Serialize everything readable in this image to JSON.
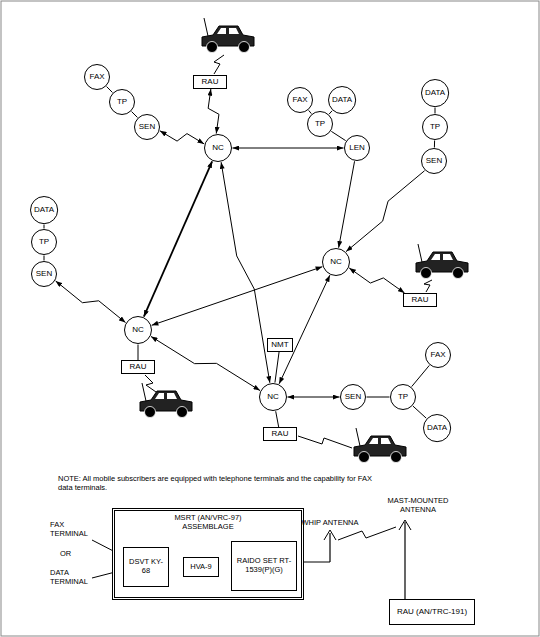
{
  "diagram": {
    "nodes": [
      {
        "text": [
          "FAX"
        ]
      },
      {
        "text": [
          "RAU"
        ]
      },
      {
        "text": [
          "TP"
        ]
      },
      {
        "text": [
          "SEN"
        ]
      },
      {
        "text": [
          "FAX"
        ]
      },
      {
        "text": [
          "DATA"
        ]
      },
      {
        "text": [
          "DATA"
        ]
      },
      {
        "text": [
          "TP"
        ]
      },
      {
        "text": [
          "NC"
        ]
      },
      {
        "text": [
          "LEN"
        ]
      },
      {
        "text": [
          "TP"
        ]
      },
      {
        "text": [
          "SEN"
        ]
      },
      {
        "text": [
          "DATA"
        ]
      },
      {
        "text": [
          "TP"
        ]
      },
      {
        "text": [
          "NC"
        ]
      },
      {
        "text": [
          "SEN"
        ]
      },
      {
        "text": [
          "RAU"
        ]
      },
      {
        "text": [
          "NC"
        ]
      },
      {
        "text": [
          "NMT"
        ]
      },
      {
        "text": [
          "FAX"
        ]
      },
      {
        "text": [
          "RAU"
        ]
      },
      {
        "text": [
          "NC"
        ]
      },
      {
        "text": [
          "SEN"
        ]
      },
      {
        "text": [
          "TP"
        ]
      },
      {
        "text": [
          "DATA"
        ]
      },
      {
        "text": [
          "RAU"
        ]
      },
      {
        "text": [
          "MSRT (AN/VRC-97) ASSEMBLAGE"
        ]
      },
      {
        "text": [
          "DSVT KY-68"
        ],
        "in": 26
      },
      {
        "text": [
          "HVA-9"
        ],
        "in": 26
      },
      {
        "text": [
          "RAIDO SET RT-1539(P)(G)"
        ],
        "in": 26
      },
      {
        "text": [
          "RAU (AN/TRC-191)"
        ]
      }
    ],
    "edges": [
      {
        "from": 0,
        "to": 2,
        "arrow": "none"
      },
      {
        "from": 2,
        "to": 3,
        "arrow": "none"
      },
      {
        "from": 3,
        "to": 8,
        "arrow": "both"
      },
      {
        "from": 1,
        "to": 8,
        "arrow": "both"
      },
      {
        "from": 4,
        "to": 7,
        "arrow": "none"
      },
      {
        "from": 5,
        "to": 7,
        "arrow": "none"
      },
      {
        "from": 7,
        "to": 9,
        "arrow": "none"
      },
      {
        "from": 8,
        "to": 9,
        "arrow": "both"
      },
      {
        "from": 9,
        "to": 14,
        "arrow": "to"
      },
      {
        "from": 6,
        "to": 10,
        "arrow": "none"
      },
      {
        "from": 10,
        "to": 11,
        "arrow": "none"
      },
      {
        "from": 11,
        "to": 14,
        "arrow": "to"
      },
      {
        "from": 12,
        "to": 13,
        "arrow": "none"
      },
      {
        "from": 13,
        "to": 15,
        "arrow": "none"
      },
      {
        "from": 15,
        "to": 17,
        "arrow": "both"
      },
      {
        "from": 8,
        "to": 17,
        "arrow": "both"
      },
      {
        "from": 8,
        "to": 21,
        "arrow": "both"
      },
      {
        "from": 17,
        "to": 14,
        "arrow": "both"
      },
      {
        "from": 14,
        "to": 16,
        "arrow": "both"
      },
      {
        "from": 17,
        "to": 20,
        "arrow": "none"
      },
      {
        "from": 17,
        "to": 21,
        "arrow": "both"
      },
      {
        "from": 14,
        "to": 21,
        "arrow": "both"
      },
      {
        "from": 18,
        "to": 21,
        "arrow": "none"
      },
      {
        "from": 21,
        "to": 22,
        "arrow": "both"
      },
      {
        "from": 22,
        "to": 23,
        "arrow": "none"
      },
      {
        "from": 23,
        "to": 19,
        "arrow": "none"
      },
      {
        "from": 23,
        "to": 24,
        "arrow": "none"
      },
      {
        "from": 21,
        "to": 25,
        "arrow": "none"
      },
      {
        "from": 27,
        "to": 28,
        "arrow": "none"
      },
      {
        "from": 28,
        "to": 29,
        "arrow": "none"
      }
    ],
    "labels": [
      "NOTE: All mobile subscribers are equipped with telephone terminals and the capability for FAX data terminals.",
      "FAX TERMINAL",
      "OR",
      "DATA TERMINAL",
      "WHIP ANTENNA",
      "MAST-MOUNTED ANTENNA"
    ]
  }
}
